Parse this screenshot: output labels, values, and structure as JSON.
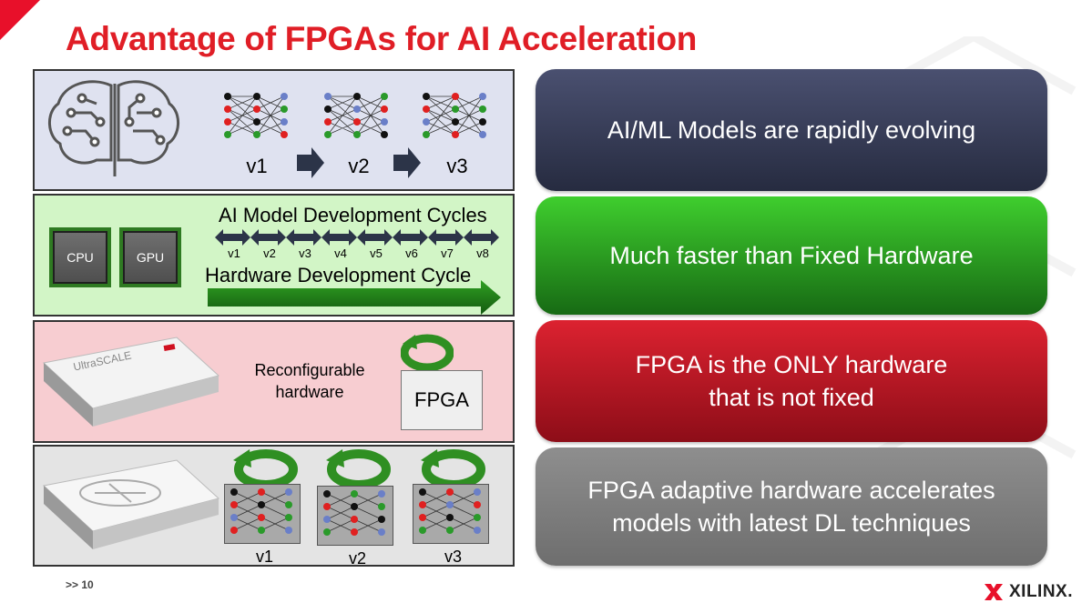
{
  "title": "Advantage of FPGAs for AI Acceleration",
  "panel1": {
    "versions": [
      "v1",
      "v2",
      "v3"
    ]
  },
  "panel2": {
    "cpu_label": "CPU",
    "gpu_label": "GPU",
    "ai_cycles_label": "AI Model Development Cycles",
    "hw_cycle_label": "Hardware Development Cycle",
    "cycle_versions": [
      "v1",
      "v2",
      "v3",
      "v4",
      "v5",
      "v6",
      "v7",
      "v8"
    ]
  },
  "panel3": {
    "board_label": "UltraSCALE",
    "reconf_label": "Reconfigurable\nhardware",
    "fpga_label": "FPGA"
  },
  "panel4": {
    "versions": [
      "v1",
      "v2",
      "v3"
    ]
  },
  "statements": [
    "AI/ML Models are rapidly evolving",
    "Much faster than Fixed Hardware",
    "FPGA is the ONLY hardware\nthat is not fixed",
    "FPGA adaptive hardware accelerates\nmodels with latest DL techniques"
  ],
  "footer": ">> 10",
  "logo_text": "XILINX.",
  "colors": {
    "title": "#e01e26",
    "accent_red": "#e8102a",
    "green": "#2f7a22"
  }
}
